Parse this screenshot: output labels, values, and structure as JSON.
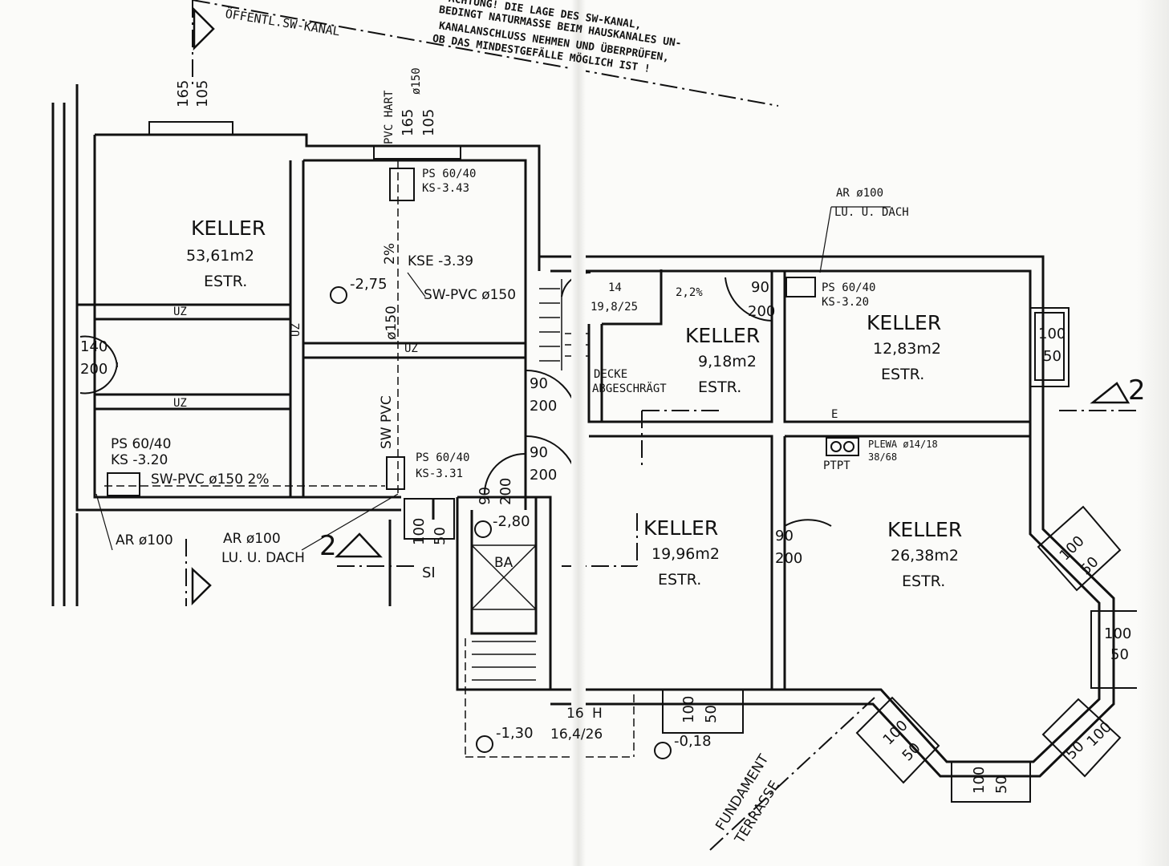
{
  "note": {
    "lines": [
      "ACHTUNG! DIE LAGE DES SW-KANAL,",
      "BEDINGT NATURMASSE BEIM HAUSKANALES UN-",
      "KANALANSCHLUSS NEHMEN UND ÜBERPRÜFEN,",
      "OB DAS MINDESTGEFÄLLE MÖGLICH IST !"
    ]
  },
  "canal": {
    "label": "ÖFFENTL.SW-KANAL"
  },
  "rooms": [
    {
      "name": "KELLER",
      "area": "53,61m2",
      "floor": "ESTR."
    },
    {
      "name": "KELLER",
      "area": "9,18m2",
      "floor": "ESTR."
    },
    {
      "name": "KELLER",
      "area": "12,83m2",
      "floor": "ESTR."
    },
    {
      "name": "KELLER",
      "area": "19,96m2",
      "floor": "ESTR."
    },
    {
      "name": "KELLER",
      "area": "26,38m2",
      "floor": "ESTR."
    }
  ],
  "pipe": {
    "pvc_hart": "PVC HART",
    "dia150": "ø150",
    "sw_pvc150": "SW-PVC ø150",
    "sw_pvc150_slope": "SW-PVC ø150  2%",
    "sw_pvc": "SW  PVC",
    "kse": "KSE -3.39",
    "slope2": "2%",
    "slope22": "2,2%"
  },
  "shafts": {
    "ps1": "PS 60/40",
    "ks1": "KS-3.43",
    "ps2": "PS 60/40",
    "ks2": "KS -3.20",
    "ps3": "PS 60/40",
    "ks3": "KS-3.31",
    "ps4": "PS 60/40",
    "ks4": "KS-3.20"
  },
  "ar": {
    "a1": "AR ø100",
    "a1b": "LU. U. DACH",
    "a2": "AR ø100",
    "a2b": "LU. U. DACH",
    "a3": "AR ø100"
  },
  "levels": {
    "l1": "-2,75",
    "l2": "-2,80",
    "l3": "-1,30",
    "l4": "-0,18"
  },
  "dims": {
    "d165": "165",
    "d105": "105",
    "d140": "140",
    "d200": "200",
    "d90": "90",
    "d100": "100",
    "d50": "50",
    "uz": "UZ",
    "stairs1": "14",
    "stairs1b": "19,8/25",
    "stairs2": "16",
    "stairs2b": "16,4/26",
    "h": "H"
  },
  "misc": {
    "decke": "DECKE",
    "abgeschraegt": "ABGESCHRÄGT",
    "plewa": "PLEWA ø14/18",
    "plewa_size": "38/68",
    "ptpt": "PTPT",
    "e": "E",
    "ba": "BA",
    "si": "SI",
    "section": "2",
    "fundament": "FUNDAMENT",
    "terrasse": "TERRASSE"
  }
}
